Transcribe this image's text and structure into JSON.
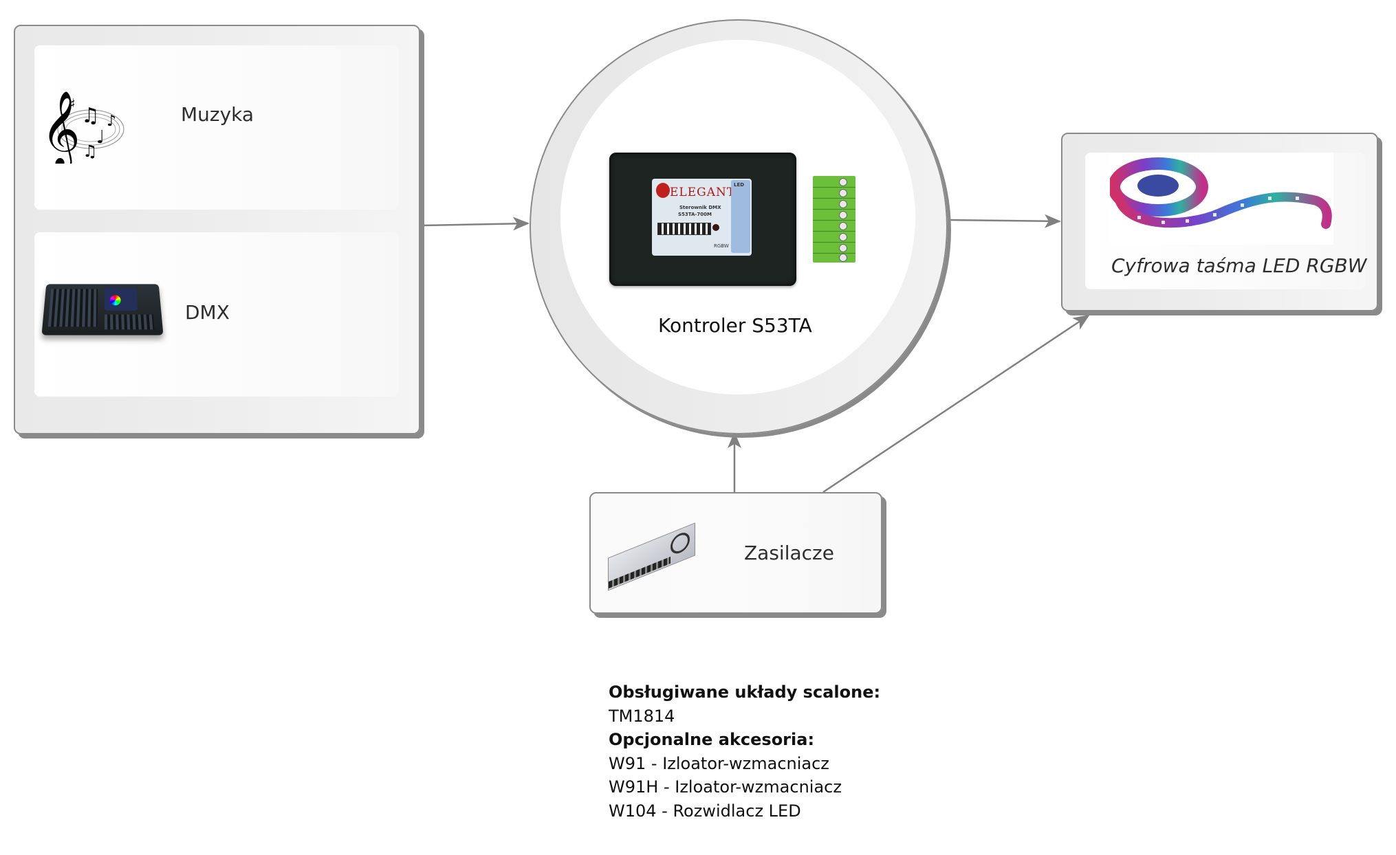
{
  "diagram": {
    "inputs_group": {
      "items": [
        {
          "label": "Muzyka",
          "icon": "music-notes-icon"
        },
        {
          "label": "DMX",
          "icon": "dmx-console-icon"
        }
      ]
    },
    "controller": {
      "label": "Kontroler S53TA",
      "device_brand": "ELEGANT",
      "device_subtitle": "Sterownik DMX",
      "device_model": "S53TA-700M",
      "device_tag": "RGBW",
      "device_side_label": "LED"
    },
    "output": {
      "label": "Cyfrowa taśma LED RGBW",
      "icon": "led-strip-icon"
    },
    "power": {
      "label": "Zasilacze",
      "icon": "power-supply-icon"
    },
    "connections": [
      {
        "from": "inputs_group",
        "to": "controller"
      },
      {
        "from": "controller",
        "to": "output"
      },
      {
        "from": "power",
        "to": "controller"
      },
      {
        "from": "power",
        "to": "output"
      }
    ],
    "colors": {
      "border": "#8a8a8a",
      "panel_bg": "#ececec",
      "card_bg": "#ffffff",
      "text": "#2e2e2e"
    }
  },
  "info": {
    "supported_ics_heading": "Obsługiwane układy scalone:",
    "supported_ics": [
      "TM1814"
    ],
    "accessories_heading": "Opcjonalne akcesoria:",
    "accessories": [
      "W91 - Izloator-wzmacniacz",
      "W91H - Izloator-wzmacniacz",
      "W104 - Rozwidlacz LED"
    ]
  }
}
